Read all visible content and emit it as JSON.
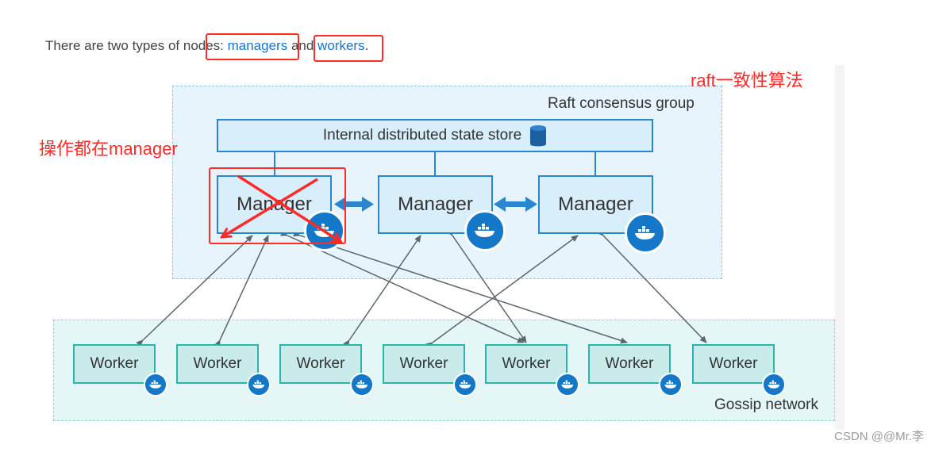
{
  "intro": {
    "prefix": "There are two types of nodes: ",
    "managers_link": "managers",
    "middle": " and ",
    "workers_link": "workers",
    "suffix": "."
  },
  "annotations": {
    "raft_algorithm": "raft一致性算法",
    "ops_on_manager": "操作都在manager"
  },
  "raft_group": {
    "label": "Raft consensus group"
  },
  "state_store": {
    "label": "Internal distributed state store",
    "icon": "database-icon"
  },
  "managers": [
    {
      "label": "Manager"
    },
    {
      "label": "Manager"
    },
    {
      "label": "Manager"
    }
  ],
  "workers": [
    {
      "label": "Worker"
    },
    {
      "label": "Worker"
    },
    {
      "label": "Worker"
    },
    {
      "label": "Worker"
    },
    {
      "label": "Worker"
    },
    {
      "label": "Worker"
    },
    {
      "label": "Worker"
    }
  ],
  "gossip": {
    "label": "Gossip network"
  },
  "watermark": "CSDN @@Mr.李",
  "colors": {
    "manager_border": "#2b86cf",
    "worker_border": "#2bb3ad",
    "docker_blue": "#1477c8",
    "annotation_red": "#ff2a2a",
    "link_blue": "#1a73c8"
  }
}
